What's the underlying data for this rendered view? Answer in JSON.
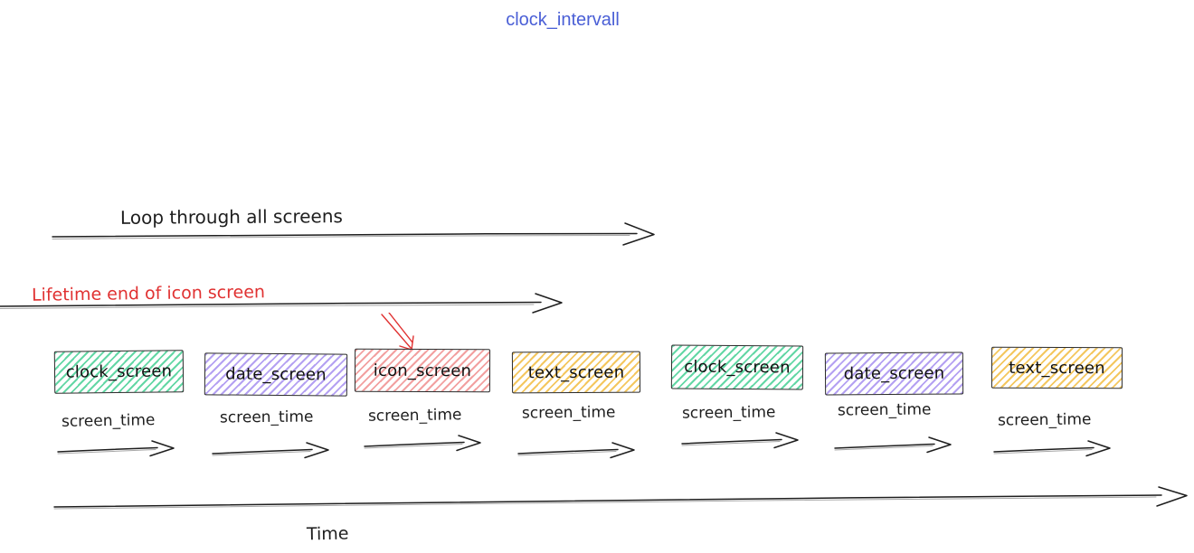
{
  "title": {
    "text": "clock_intervall",
    "color": "#4a5fd6"
  },
  "annotations": {
    "loop_arrow_label": "Loop through all screens",
    "lifetime_arrow_label": "Lifetime end of icon screen",
    "lifetime_label_color": "#e03131",
    "time_axis_label": "Time"
  },
  "screens": [
    {
      "label": "clock_screen",
      "color": "green",
      "fill": "#63d7a5",
      "interval_label": "screen_time"
    },
    {
      "label": "date_screen",
      "color": "purple",
      "fill": "#b4a1f2",
      "interval_label": "screen_time"
    },
    {
      "label": "icon_screen",
      "color": "red",
      "fill": "#f2a0a0",
      "interval_label": "screen_time"
    },
    {
      "label": "text_screen",
      "color": "yellow",
      "fill": "#f4c75f",
      "interval_label": "screen_time"
    },
    {
      "label": "clock_screen",
      "color": "green",
      "fill": "#63d7a5",
      "interval_label": "screen_time"
    },
    {
      "label": "date_screen",
      "color": "purple",
      "fill": "#b4a1f2",
      "interval_label": "screen_time"
    },
    {
      "label": "text_screen",
      "color": "yellow",
      "fill": "#f4c75f",
      "interval_label": "screen_time"
    }
  ],
  "stroke_color": "#1e1e1e"
}
